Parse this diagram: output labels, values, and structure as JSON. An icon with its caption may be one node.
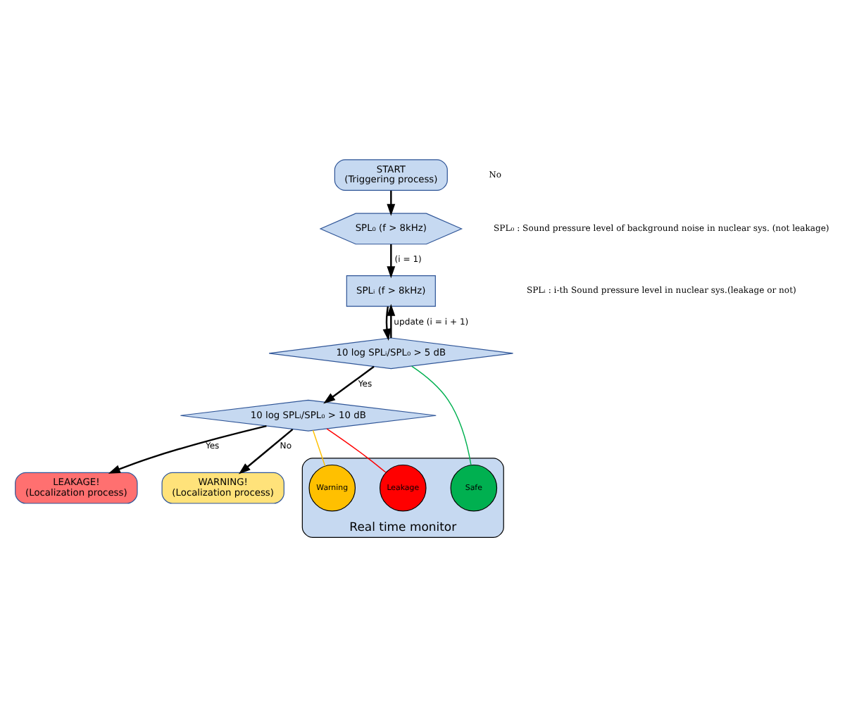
{
  "diagram": {
    "nodes": [
      {
        "text": [
          "START",
          "(Triggering process)"
        ]
      },
      {
        "text": [
          "SPL₀ (f > 8kHz)"
        ]
      },
      {
        "text": [
          "SPLᵢ (f > 8kHz)"
        ]
      },
      {
        "text": [
          "10 log SPLᵢ/SPL₀ > 5 dB"
        ]
      },
      {
        "text": [
          "10 log SPLᵢ/SPL₀ > 10 dB"
        ]
      },
      {
        "text": [
          "LEAKAGE!",
          "(Localization process)"
        ]
      },
      {
        "text": [
          "WARNING!",
          "(Localization process)"
        ]
      },
      {
        "text": [
          "Real time monitor"
        ]
      },
      {
        "text": [
          "Safe"
        ],
        "in": 7
      },
      {
        "text": [
          "Warning"
        ],
        "in": 7
      },
      {
        "text": [
          "Leakage"
        ],
        "in": 7
      }
    ],
    "edges": [
      {
        "from": 0,
        "to": 1,
        "arrow": "to"
      },
      {
        "from": 1,
        "to": 2,
        "arrow": "to",
        "label": "(i = 1)"
      },
      {
        "from": 2,
        "to": 3,
        "arrow": "to"
      },
      {
        "from": 3,
        "to": 4,
        "arrow": "to",
        "label": "Yes"
      },
      {
        "from": 4,
        "to": 5,
        "arrow": "to",
        "label": "Yes"
      },
      {
        "from": 3,
        "to": 2,
        "arrow": "to",
        "label": "update (i = i + 1)"
      },
      {
        "from": 4,
        "to": 6,
        "arrow": "to",
        "label": "No"
      },
      {
        "from": 3,
        "to": 8,
        "arrow": "none",
        "color": "#00b050"
      },
      {
        "from": 4,
        "to": 9,
        "arrow": "none",
        "color": "#ffc000"
      },
      {
        "from": 4,
        "to": 10,
        "arrow": "none",
        "color": "#ff0000"
      }
    ],
    "labels": [
      "SPL₀ : Sound pressure level of background noise in nuclear sys. (not leakage)",
      "SPLᵢ : i-th Sound pressure level in nuclear sys.(leakage or not)",
      "No"
    ]
  }
}
